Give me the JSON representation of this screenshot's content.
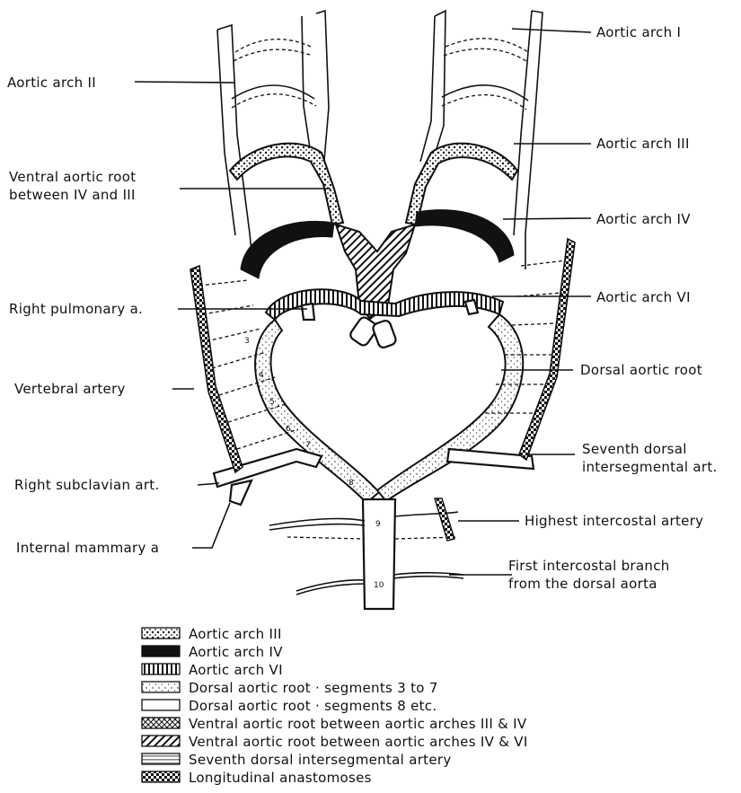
{
  "labels": {
    "aortic_arch_1": "Aortic arch I",
    "aortic_arch_2": "Aortic arch II",
    "aortic_arch_3": "Aortic arch III",
    "ventral_root_line1": "Ventral aortic root",
    "ventral_root_line2": "between IV and III",
    "aortic_arch_4": "Aortic arch IV",
    "right_pulmonary": "Right pulmonary a.",
    "aortic_arch_6": "Aortic arch VI",
    "vertebral_artery": "Vertebral artery",
    "dorsal_aortic_root": "Dorsal aortic root",
    "seventh_line1": "Seventh dorsal",
    "seventh_line2": "intersegmental art.",
    "right_subclavian": "Right subclavian art.",
    "highest_intercostal": "Highest intercostal artery",
    "internal_mammary": "Internal mammary a",
    "first_intercostal_line1": "First intercostal branch",
    "first_intercostal_line2": "from the dorsal aorta"
  },
  "segment_numbers": [
    "3",
    "4",
    "5",
    "6",
    "7",
    "8",
    "9",
    "10"
  ],
  "legend": [
    {
      "pattern": "dots",
      "label": "Aortic arch III"
    },
    {
      "pattern": "solid",
      "label": "Aortic arch IV"
    },
    {
      "pattern": "vstripes",
      "label": "Aortic arch VI"
    },
    {
      "pattern": "stipple",
      "label": "Dorsal aortic root · segments 3 to 7"
    },
    {
      "pattern": "plain",
      "label": "Dorsal aortic root · segments 8 etc."
    },
    {
      "pattern": "cross",
      "label": "Ventral aortic root between aortic arches III & IV"
    },
    {
      "pattern": "diag",
      "label": "Ventral aortic root between aortic arches IV & VI"
    },
    {
      "pattern": "light",
      "label": "Seventh dorsal intersegmental artery"
    },
    {
      "pattern": "checker",
      "label": "Longitudinal anastomoses"
    }
  ]
}
